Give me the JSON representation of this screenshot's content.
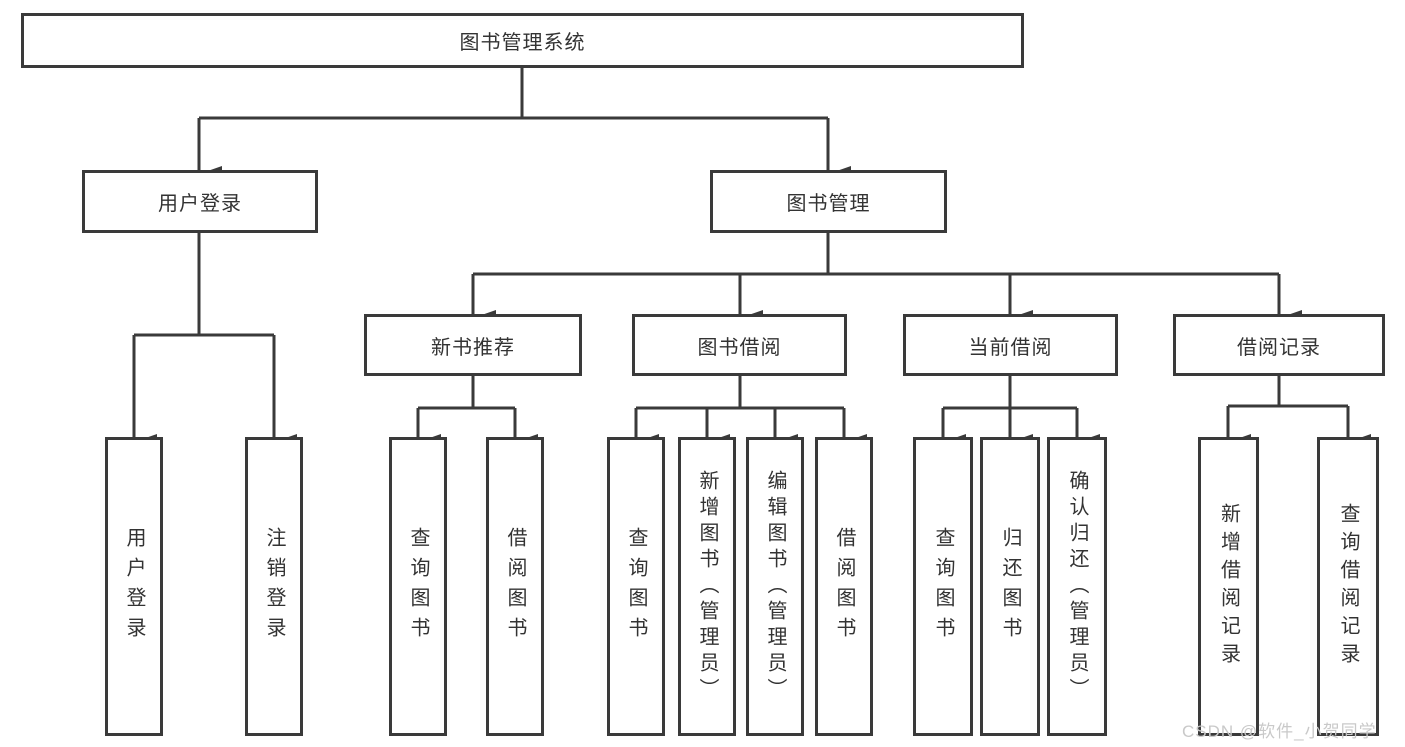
{
  "diagram": {
    "title": "图书管理系统",
    "colors": {
      "line": "#3a3a3a",
      "box_border": "#3a3a3a",
      "text": "#333333",
      "background": "#ffffff",
      "watermark": "#c9c9c9"
    },
    "nodes": {
      "root": "图书管理系统",
      "user_login": "用户登录",
      "book_management": "图书管理",
      "new_book_recommend": "新书推荐",
      "book_borrow": "图书借阅",
      "current_borrow": "当前借阅",
      "borrow_records": "借阅记录",
      "leaves": {
        "user_login": [
          "用户登录",
          "注销登录"
        ],
        "new_book_recommend": [
          "查询图书",
          "借阅图书"
        ],
        "book_borrow": [
          "查询图书",
          "新增图书（管理员）",
          "编辑图书（管理员）",
          "借阅图书"
        ],
        "current_borrow": [
          "查询图书",
          "归还图书",
          "确认归还（管理员）"
        ],
        "borrow_records": [
          "新增借阅记录",
          "查询借阅记录"
        ]
      }
    },
    "watermark": "CSDN @软件_小贺同学"
  }
}
